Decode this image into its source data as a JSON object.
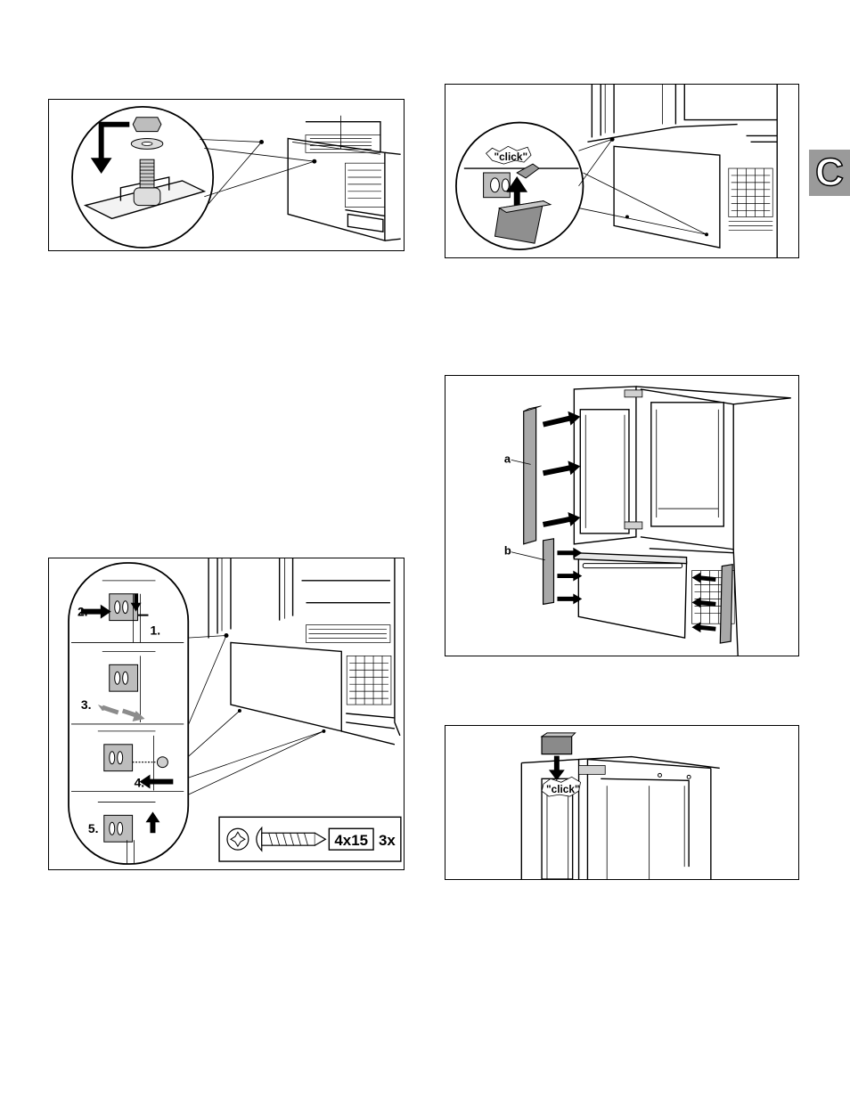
{
  "section_tab": {
    "letter": "C"
  },
  "figures": {
    "fig_nut": {},
    "fig_click_bottom": {
      "click_label": "\"click\""
    },
    "fig_hinge_steps": {
      "steps": [
        "1.",
        "2.",
        "3.",
        "4.",
        "5."
      ],
      "screw": {
        "size": "4x15",
        "quantity": "3x"
      }
    },
    "fig_trims": {
      "label_a": "a",
      "label_b": "b"
    },
    "fig_click_top": {
      "click_label": "\"click\""
    }
  },
  "colors": {
    "tab": "#9a9a9a",
    "arrow_gray": "#8c8c8c"
  }
}
